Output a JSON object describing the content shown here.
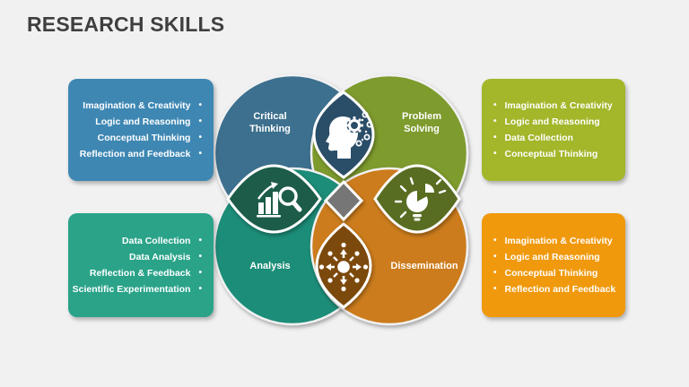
{
  "title": "RESEARCH SKILLS",
  "venn": {
    "circles": [
      {
        "id": "critical-thinking",
        "label": "Critical Thinking",
        "color": "#3E6F8E"
      },
      {
        "id": "problem-solving",
        "label": "Problem Solving",
        "color": "#7E9B2F"
      },
      {
        "id": "analysis",
        "label": "Analysis",
        "color": "#1F8D78"
      },
      {
        "id": "dissemination",
        "label": "Dissemination",
        "color": "#CC7C1C"
      }
    ],
    "overlaps": [
      {
        "icon": "head-gear-icon",
        "position": "top",
        "color": "#2B4D68"
      },
      {
        "icon": "chart-magnifier-icon",
        "position": "left",
        "color": "#1E5C4A"
      },
      {
        "icon": "lightbulb-icon",
        "position": "right",
        "color": "#596D20"
      },
      {
        "icon": "network-share-icon",
        "position": "bottom",
        "color": "#7B4A11"
      }
    ],
    "diamond_color": "#767676"
  },
  "boxes": {
    "top_left": {
      "color": "#3E87B3",
      "items": [
        "Imagination & Creativity",
        "Logic and Reasoning",
        "Conceptual Thinking",
        "Reflection and Feedback"
      ]
    },
    "top_right": {
      "color": "#A4B62A",
      "items": [
        "Imagination & Creativity",
        "Logic and Reasoning",
        "Data Collection",
        "Conceptual Thinking"
      ]
    },
    "bottom_left": {
      "color": "#2AA389",
      "items": [
        "Data Collection",
        "Data Analysis",
        "Reflection & Feedback",
        "Scientific Experimentation"
      ]
    },
    "bottom_right": {
      "color": "#F0990D",
      "items": [
        "Imagination & Creativity",
        "Logic and Reasoning",
        "Conceptual Thinking",
        "Reflection and Feedback"
      ]
    }
  }
}
